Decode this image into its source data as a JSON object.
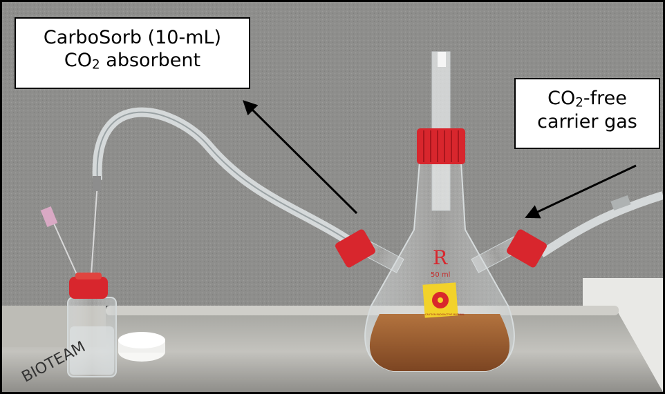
{
  "callouts": {
    "absorbent": {
      "line1": "CarboSorb (10-mL)",
      "line2_pre": "CO",
      "line2_sub": "2",
      "line2_post": " absorbent"
    },
    "carrier_gas": {
      "line1_pre": "CO",
      "line1_sub": "2",
      "line1_post": "-free",
      "line2": "carrier gas"
    }
  },
  "vial_label": "BIOTEAM",
  "flask_marks": {
    "logo": "R",
    "volume": "50 ml"
  },
  "hazard_label": "CAUTION RADIOACTIVE MATERIAL",
  "colors": {
    "wall": "#8d8d8b",
    "tray": "#b9b8b3",
    "cap_red": "#d8262d",
    "liquid": "#9a5a2e",
    "hazard_yellow": "#f2d22a"
  }
}
